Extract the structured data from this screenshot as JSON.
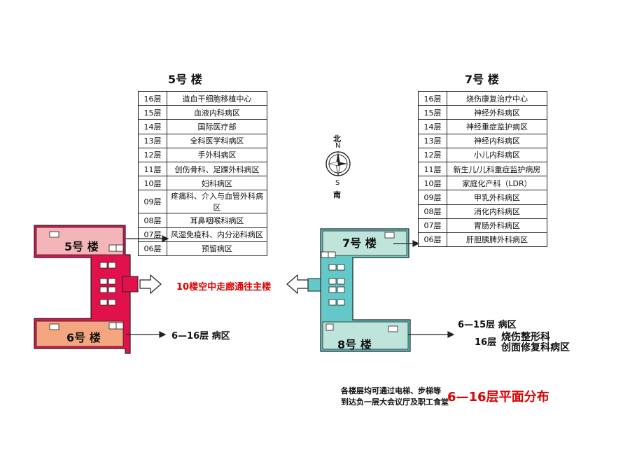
{
  "building5": {
    "title": "5号 楼",
    "floors": [
      {
        "floor": "16层",
        "dept": "造血干细胞移植中心"
      },
      {
        "floor": "15层",
        "dept": "血液内科病区"
      },
      {
        "floor": "14层",
        "dept": "国际医疗部"
      },
      {
        "floor": "13层",
        "dept": "全科医学科病区"
      },
      {
        "floor": "12层",
        "dept": "手外科病区"
      },
      {
        "floor": "11层",
        "dept": "创伤骨科、足踝外科病区"
      },
      {
        "floor": "10层",
        "dept": "妇科病区"
      },
      {
        "floor": "09层",
        "dept": "疼痛科、介入与血管外科病区"
      },
      {
        "floor": "08层",
        "dept": "耳鼻咽喉科病区"
      },
      {
        "floor": "07层",
        "dept": "风湿免疫科、内分泌科病区"
      },
      {
        "floor": "06层",
        "dept": "预留病区"
      }
    ]
  },
  "building7": {
    "title": "7号 楼",
    "floors": [
      {
        "floor": "16层",
        "dept": "烧伤康复治疗中心"
      },
      {
        "floor": "15层",
        "dept": "神经外科病区"
      },
      {
        "floor": "14层",
        "dept": "神经重症监护病区"
      },
      {
        "floor": "13层",
        "dept": "神经内科病区"
      },
      {
        "floor": "12层",
        "dept": "小儿内科病区"
      },
      {
        "floor": "11层",
        "dept": "新生儿/儿科重症监护病房"
      },
      {
        "floor": "10层",
        "dept": "家庭化产科（LDR）"
      },
      {
        "floor": "09层",
        "dept": "甲乳外科病区"
      },
      {
        "floor": "08层",
        "dept": "消化内科病区"
      },
      {
        "floor": "07层",
        "dept": "胃肠外科病区"
      },
      {
        "floor": "06层",
        "dept": "肝胆胰脾外科病区"
      }
    ]
  },
  "compass": {
    "north": "北",
    "n": "N",
    "s": "S",
    "south": "南"
  },
  "plan": {
    "bldg5_label": "5号 楼",
    "bldg6_label": "6号 楼",
    "bldg7_label": "7号 楼",
    "bldg8_label": "8号 楼",
    "corridor": "10楼空中走廊通往主楼",
    "bldg6_text": "6—16层 病区",
    "bldg8_line1": "6—15层 病区",
    "bldg8_line2_floor": "16层",
    "bldg8_line2a": "烧伤整形科",
    "bldg8_line2b": "创面修复科病区"
  },
  "footer": {
    "note1": "各楼层均可通过电梯、步梯等",
    "note2": "到达负一层大会议厅及职工食堂",
    "title": "6—16层平面分布"
  },
  "colors": {
    "red": "#e0114b",
    "pink": "#f4b5b9",
    "salmon": "#f3a67f",
    "teal": "#64c8c8",
    "teal_light": "#bfe4da"
  }
}
